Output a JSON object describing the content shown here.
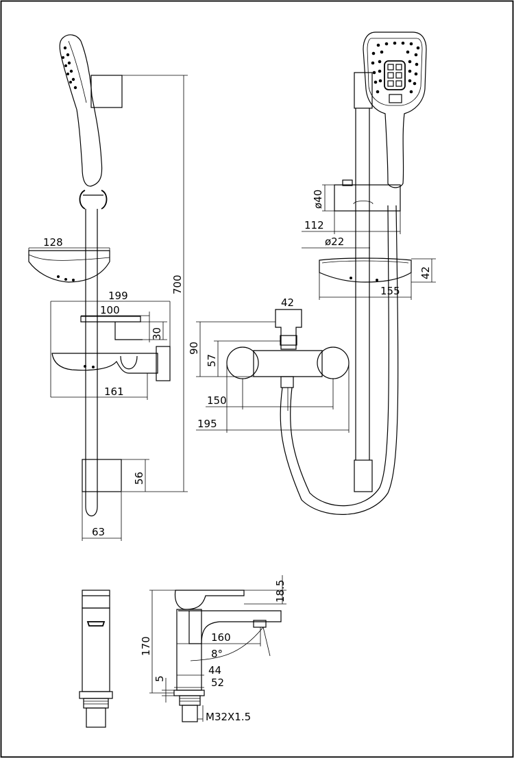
{
  "dimensions": {
    "side_view": {
      "soap_dish_width": "128",
      "rail_height": "700",
      "mixer_depth": "199",
      "spout_reach": "100",
      "lever_height": "30",
      "mixer_body_depth": "161",
      "bracket_height": "56",
      "bracket_projection": "63"
    },
    "front_view": {
      "slider_diameter": "ø40",
      "slider_width": "112",
      "rail_diameter": "ø22",
      "soap_dish_height": "42",
      "soap_dish_length": "155",
      "handle_width": "42",
      "mixer_height": "90",
      "body_height": "57",
      "centers": "150",
      "overall_width": "195"
    },
    "basin_mixer": {
      "handle_thickness": "18.5",
      "height": "170",
      "spout_reach": "160",
      "spout_angle": "8°",
      "aerator_height": "5",
      "base_diameter": "44",
      "flange_diameter": "52",
      "thread": "M32X1.5"
    }
  }
}
